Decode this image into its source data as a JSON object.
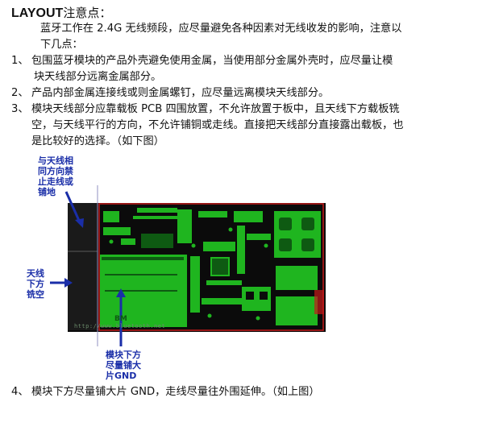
{
  "doc": {
    "title_bold": "LAYOUT",
    "title_rest": "注意点：",
    "intro_line1": "蓝牙工作在 2.4G 无线频段，应尽量避免各种因素对无线收发的影响，注意以",
    "intro_line2": "下几点：",
    "items": [
      {
        "num": "1、",
        "line1": "包围蓝牙模块的产品外壳避免使用金属，当使用部分金属外壳时，应尽量让模",
        "line2": "块天线部分远离金属部分。"
      },
      {
        "num": "2、",
        "line1": "产品内部金属连接线或则金属螺钉，应尽量远离模块天线部分。"
      },
      {
        "num": "3、",
        "line1": "模块天线部分应靠载板 PCB 四围放置，不允许放置于板中，且天线下方载板铣",
        "line2": "空，与天线平行的方向，不允许铺铜或走线。直接把天线部分直接露出载板，也",
        "line3": "是比较好的选择。（如下图）"
      },
      {
        "num": "4、",
        "line1": "模块下方尽量铺大片 GND，走线尽量往外围延伸。（如上图）"
      }
    ]
  },
  "figure": {
    "annotation_top": [
      "与天线相",
      "同方向禁",
      "止走线或",
      "铺地"
    ],
    "annotation_left": [
      "天线",
      "下方",
      "铣空"
    ],
    "annotation_bottom": [
      "模块下方",
      "尽量铺大",
      "片GND"
    ],
    "silk_text": "BM",
    "watermark": "http://www.bluetooth.net",
    "colors": {
      "board_black": "#0b0b0b",
      "copper_green": "#1fb51f",
      "dark_green": "#0e5a12",
      "annotation_blue": "#1a2ea8",
      "outline_red": "#c41a1a"
    }
  }
}
